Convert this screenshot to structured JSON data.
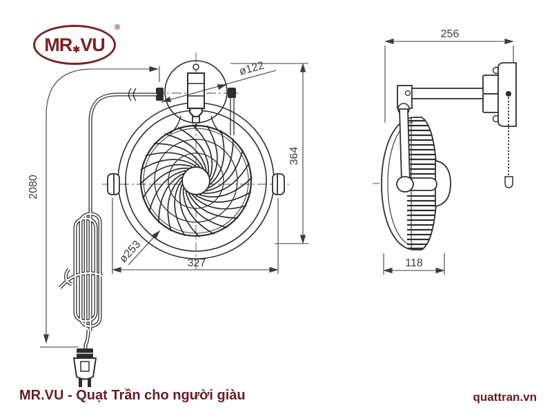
{
  "brand": {
    "logo_text_left": "MR",
    "logo_star": "✱",
    "logo_text_right": "VU",
    "registered_mark": "®",
    "color": "#7b1f26"
  },
  "footer": {
    "left_text": "MR.VU - Quạt Trần cho người giàu",
    "right_text": "quattran.vn",
    "color": "#661c22"
  },
  "front_view": {
    "dim_mount_diameter": "ø122",
    "dim_height": "364",
    "dim_grille_diameter": "ø253",
    "dim_width": "327",
    "dim_cord_length": "2080"
  },
  "side_view": {
    "dim_depth": "256",
    "dim_body_thickness": "118"
  },
  "drawing": {
    "line_color": "#2d2d2d",
    "dim_color": "#3d3d3d"
  }
}
